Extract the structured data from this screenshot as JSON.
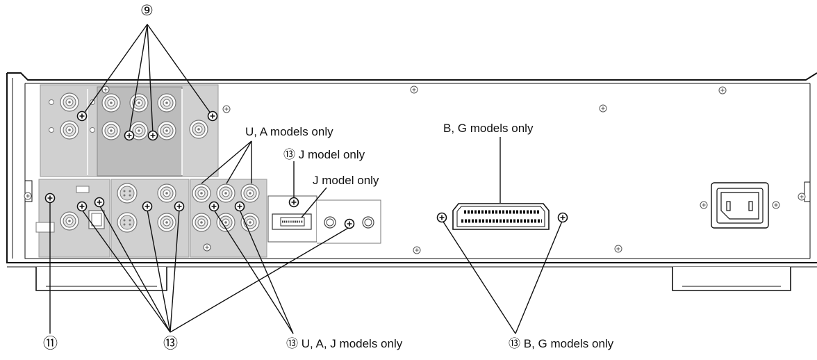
{
  "callouts": {
    "c9": "⑨",
    "c11": "⑪",
    "c13_bottom": "⑬",
    "c13_uaj_num": "⑬",
    "c13_uaj_text": "U, A, J models only",
    "c13_bg_num": "⑬",
    "c13_bg_text": "B, G models only",
    "c13_j_num": "⑬",
    "c13_j_text": "J model only"
  },
  "labels": {
    "ua_models_only": "U, A models only",
    "bg_models_only": "B, G models only",
    "j_model_only": "J model only"
  },
  "colors": {
    "line": "#111111",
    "panel": "#d0d0d0",
    "panel_dark": "#bcbcbc",
    "chassis_fill": "#ffffff"
  }
}
